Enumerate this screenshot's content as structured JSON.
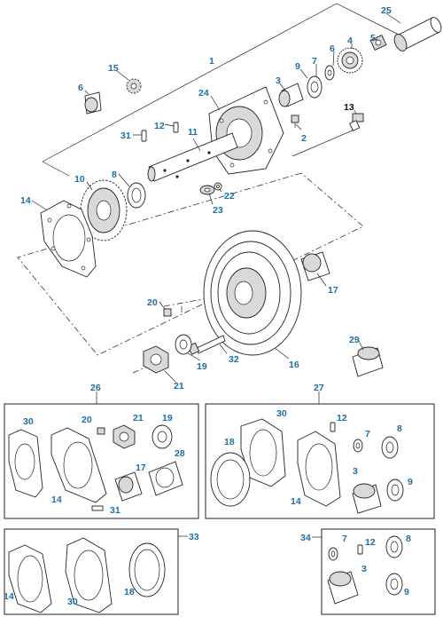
{
  "diagram": {
    "callouts": {
      "c1": "1",
      "c2": "2",
      "c3": "3",
      "c4": "4",
      "c5": "5",
      "c6": "6",
      "c6b": "6",
      "c7": "7",
      "c8": "8",
      "c9": "9",
      "c10": "10",
      "c11": "11",
      "c12": "12",
      "c13": "13",
      "c14": "14",
      "c15": "15",
      "c16": "16",
      "c17": "17",
      "c19": "19",
      "c20": "20",
      "c21": "21",
      "c22": "22",
      "c23": "23",
      "c24": "24",
      "c25": "25",
      "c29": "29",
      "c31": "31",
      "c32": "32"
    },
    "kits": {
      "k26": {
        "label": "26",
        "items": {
          "i30": "30",
          "i20": "20",
          "i21": "21",
          "i19": "19",
          "i14": "14",
          "i17": "17",
          "i28": "28",
          "i31": "31"
        }
      },
      "k27": {
        "label": "27",
        "items": {
          "i30": "30",
          "i12": "12",
          "i7": "7",
          "i8": "8",
          "i18": "18",
          "i3": "3",
          "i9": "9",
          "i14": "14"
        }
      },
      "k33": {
        "label": "33",
        "items": {
          "i14": "14",
          "i30": "30",
          "i18": "18"
        }
      },
      "k34": {
        "label": "34",
        "items": {
          "i7": "7",
          "i12": "12",
          "i8": "8",
          "i3": "3",
          "i9": "9"
        }
      }
    }
  }
}
